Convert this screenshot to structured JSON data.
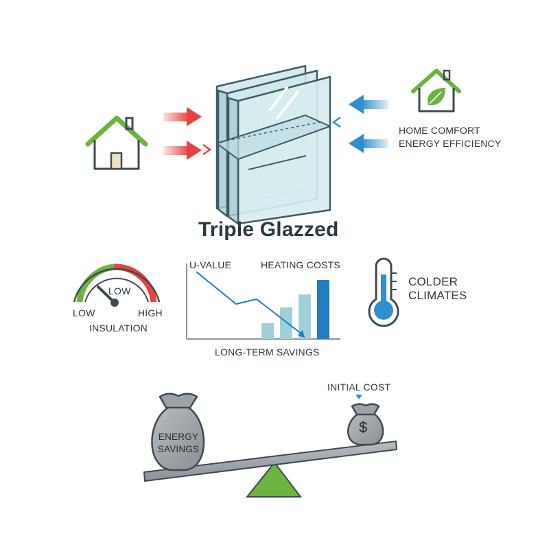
{
  "title": "Triple Glazzed",
  "benefits": {
    "line1": "HOME COMFORT",
    "line2": "ENERGY EFFICIENCY"
  },
  "gauge": {
    "low_label": "LOW",
    "high_label": "HIGH",
    "needle_label": "LOW",
    "caption": "INSULATION"
  },
  "chart": {
    "uvalue_label": "U-VALUE",
    "heating_label": "HEATING COSTS",
    "caption": "LONG-TERM SAVINGS"
  },
  "climate": {
    "line1": "COLDER",
    "line2": "CLIMATES"
  },
  "balance": {
    "left_bag_line1": "ENERGY",
    "left_bag_line2": "SAVINGS",
    "right_label": "INITIAL COST",
    "right_bag_symbol": "$"
  },
  "colors": {
    "warm": "#e8423f",
    "cool": "#2f8fd0",
    "green": "#6cb33f",
    "glass": "#cfe6ea",
    "glass_edge": "#3e5a63",
    "bar": "#9fd0d8",
    "bar_dark": "#1f7fc1"
  },
  "icons": [
    "house-icon",
    "eco-house-leaf-icon",
    "heat-arrow-icon",
    "cold-arrow-icon",
    "gauge-icon",
    "thermometer-icon",
    "money-bag-icon",
    "dollar-sign-icon",
    "fulcrum-icon"
  ]
}
